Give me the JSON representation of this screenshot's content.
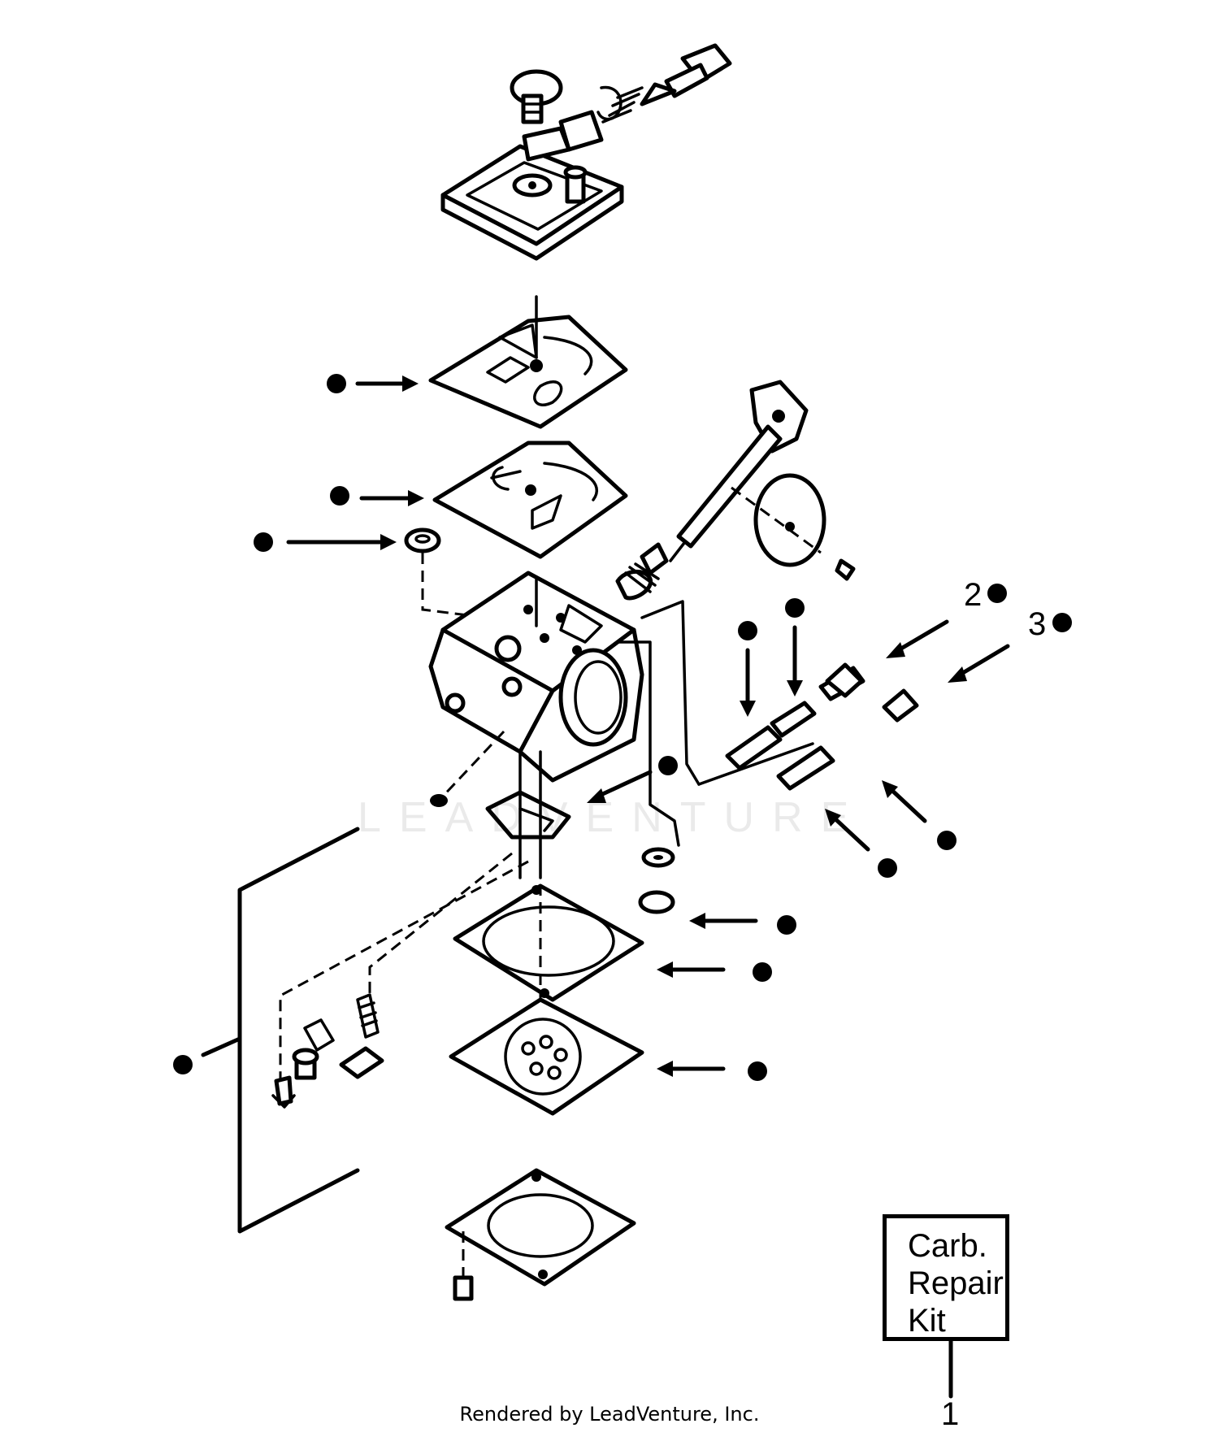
{
  "diagram": {
    "kit_box": {
      "line1": "Carb.",
      "line2": "Repair",
      "line3": "Kit"
    },
    "callouts": {
      "kit_ref": "1",
      "marker_2": "2",
      "marker_3": "3"
    },
    "watermark": "LEADVENTURE",
    "footer": "Rendered by LeadVenture, Inc."
  }
}
